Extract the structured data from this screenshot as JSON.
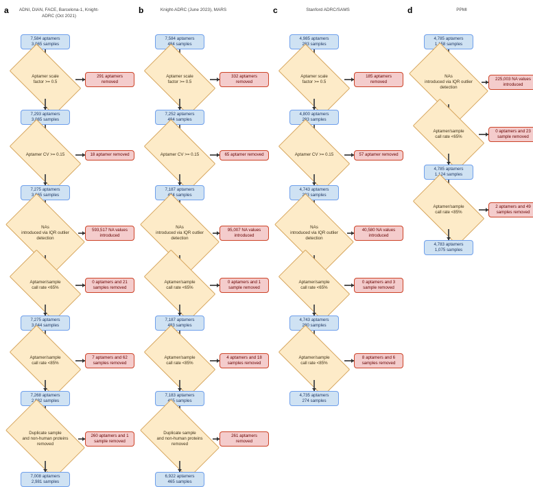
{
  "figure": {
    "type": "flowchart",
    "description": "Four-panel CONSORT-style quality-control flow diagram of aptamer and sample filtering across proteomics cohorts"
  },
  "panels": [
    {
      "letter": "a",
      "title": "ADNI, DIAN, FACE, Barcelona-1, Knight-ADRC (Oct 2021)",
      "steps": [
        {
          "kind": "data",
          "line1": "7,584 aptamers",
          "line2": "3,065 samples"
        },
        {
          "kind": "decision",
          "label": "Aptamer scale\nfactor >= 0.5",
          "removed_line1": "291 aptamers",
          "removed_line2": "removed"
        },
        {
          "kind": "data",
          "line1": "7,293 aptamers",
          "line2": "3,065 samples"
        },
        {
          "kind": "decision",
          "label": "Aptamer CV >= 0.15",
          "removed_line1": "18 aptamer removed",
          "removed_line2": ""
        },
        {
          "kind": "data",
          "line1": "7,275 aptamers",
          "line2": "3,065 samples"
        },
        {
          "kind": "decision",
          "label": "NAs\nintroduced via IQR outlier\ndetection",
          "removed_line1": "593,517 NA values",
          "removed_line2": "introduced"
        },
        {
          "kind": "decision",
          "label": "Aptamer/sample\ncall rate <65%",
          "removed_line1": "0 aptamers and 21",
          "removed_line2": "samples removed"
        },
        {
          "kind": "data",
          "line1": "7,275 aptamers",
          "line2": "3,044 samples"
        },
        {
          "kind": "decision",
          "label": "Aptamer/sample\ncall rate <85%",
          "removed_line1": "7 aptamers and 62",
          "removed_line2": "samples removed"
        },
        {
          "kind": "data",
          "line1": "7,268 aptamers",
          "line2": "2,982 samples"
        },
        {
          "kind": "decision",
          "label": "Duplicate sample\nand non-human proteins\nremoved",
          "removed_line1": "260 aptamers and 1",
          "removed_line2": "sample removed"
        },
        {
          "kind": "data",
          "line1": "7,008 aptamers",
          "line2": "2,981 samples"
        }
      ]
    },
    {
      "letter": "b",
      "title": "Knight-ADRC (June 2023), MARS",
      "steps": [
        {
          "kind": "data",
          "line1": "7,584 aptamers",
          "line2": "484 samples"
        },
        {
          "kind": "decision",
          "label": "Aptamer scale\nfactor >= 0.5",
          "removed_line1": "332 aptamers",
          "removed_line2": "removed"
        },
        {
          "kind": "data",
          "line1": "7,252 aptamers",
          "line2": "484 samples"
        },
        {
          "kind": "decision",
          "label": "Aptamer CV >= 0.15",
          "removed_line1": "65 aptamer removed",
          "removed_line2": ""
        },
        {
          "kind": "data",
          "line1": "7,187 aptamers",
          "line2": "484 samples"
        },
        {
          "kind": "decision",
          "label": "NAs\nintroduced via IQR outlier\ndetection",
          "removed_line1": "95,007 NA values",
          "removed_line2": "introduced"
        },
        {
          "kind": "decision",
          "label": "Aptamer/sample\ncall rate <65%",
          "removed_line1": "0 aptamers and 1",
          "removed_line2": "sample removed"
        },
        {
          "kind": "data",
          "line1": "7,187 aptamers",
          "line2": "483 samples"
        },
        {
          "kind": "decision",
          "label": "Aptamer/sample\ncall rate <85%",
          "removed_line1": "4 aptamers and 18",
          "removed_line2": "samples removed"
        },
        {
          "kind": "data",
          "line1": "7,183 aptamers",
          "line2": "465 samples"
        },
        {
          "kind": "decision",
          "label": "Duplicate sample\nand non-human proteins\nremoved",
          "removed_line1": "261 aptamers",
          "removed_line2": "removed"
        },
        {
          "kind": "data",
          "line1": "6,922 aptamers",
          "line2": "465 samples"
        }
      ]
    },
    {
      "letter": "c",
      "title": "Stanford ADRC/SAMS",
      "steps": [
        {
          "kind": "data",
          "line1": "4,985 aptamers",
          "line2": "283 samples"
        },
        {
          "kind": "decision",
          "label": "Aptamer scale\nfactor >= 0.5",
          "removed_line1": "185 aptamers",
          "removed_line2": "removed"
        },
        {
          "kind": "data",
          "line1": "4,800 aptamers",
          "line2": "283 samples"
        },
        {
          "kind": "decision",
          "label": "Aptamer CV >= 0.15",
          "removed_line1": "57 aptamer removed",
          "removed_line2": ""
        },
        {
          "kind": "data",
          "line1": "4,743 aptamers",
          "line2": "283 samples"
        },
        {
          "kind": "decision",
          "label": "NAs\nintroduced via IQR outlier\ndetection",
          "removed_line1": "40,580 NA values",
          "removed_line2": "introduced"
        },
        {
          "kind": "decision",
          "label": "Aptamer/sample\ncall rate <65%",
          "removed_line1": "0 aptamers and 3",
          "removed_line2": "sample removed"
        },
        {
          "kind": "data",
          "line1": "4,743 aptamers",
          "line2": "280 samples"
        },
        {
          "kind": "decision",
          "label": "Aptamer/sample\ncall rate <85%",
          "removed_line1": "8 aptamers and 6",
          "removed_line2": "samples removed"
        },
        {
          "kind": "data",
          "line1": "4,735 aptamers",
          "line2": "274 samples"
        }
      ]
    },
    {
      "letter": "d",
      "title": "PPMI",
      "steps": [
        {
          "kind": "data",
          "line1": "4,785 aptamers",
          "line2": "1,158 samples"
        },
        {
          "kind": "decision",
          "label": "NAs\nintroduced via IQR outlier\ndetection",
          "removed_line1": "225,003 NA values",
          "removed_line2": "introduced"
        },
        {
          "kind": "decision",
          "label": "Aptamer/sample\ncall rate <65%",
          "removed_line1": "0 aptamers and 23",
          "removed_line2": "sample removed"
        },
        {
          "kind": "data",
          "line1": "4,785 aptamers",
          "line2": "1,124 samples"
        },
        {
          "kind": "decision",
          "label": "Aptamer/sample\ncall rate <85%",
          "removed_line1": "2 aptamers and 49",
          "removed_line2": "samples removed"
        },
        {
          "kind": "data",
          "line1": "4,783 aptamers",
          "line2": "1,075 samples"
        }
      ]
    }
  ],
  "colors": {
    "data_fill": "#cfe2f3",
    "data_border": "#6d9eeb",
    "removed_fill": "#f4cccc",
    "removed_border": "#cc4125",
    "decision_fill": "#fdebc8",
    "decision_border": "#d6a55c",
    "connector": "#555555"
  }
}
